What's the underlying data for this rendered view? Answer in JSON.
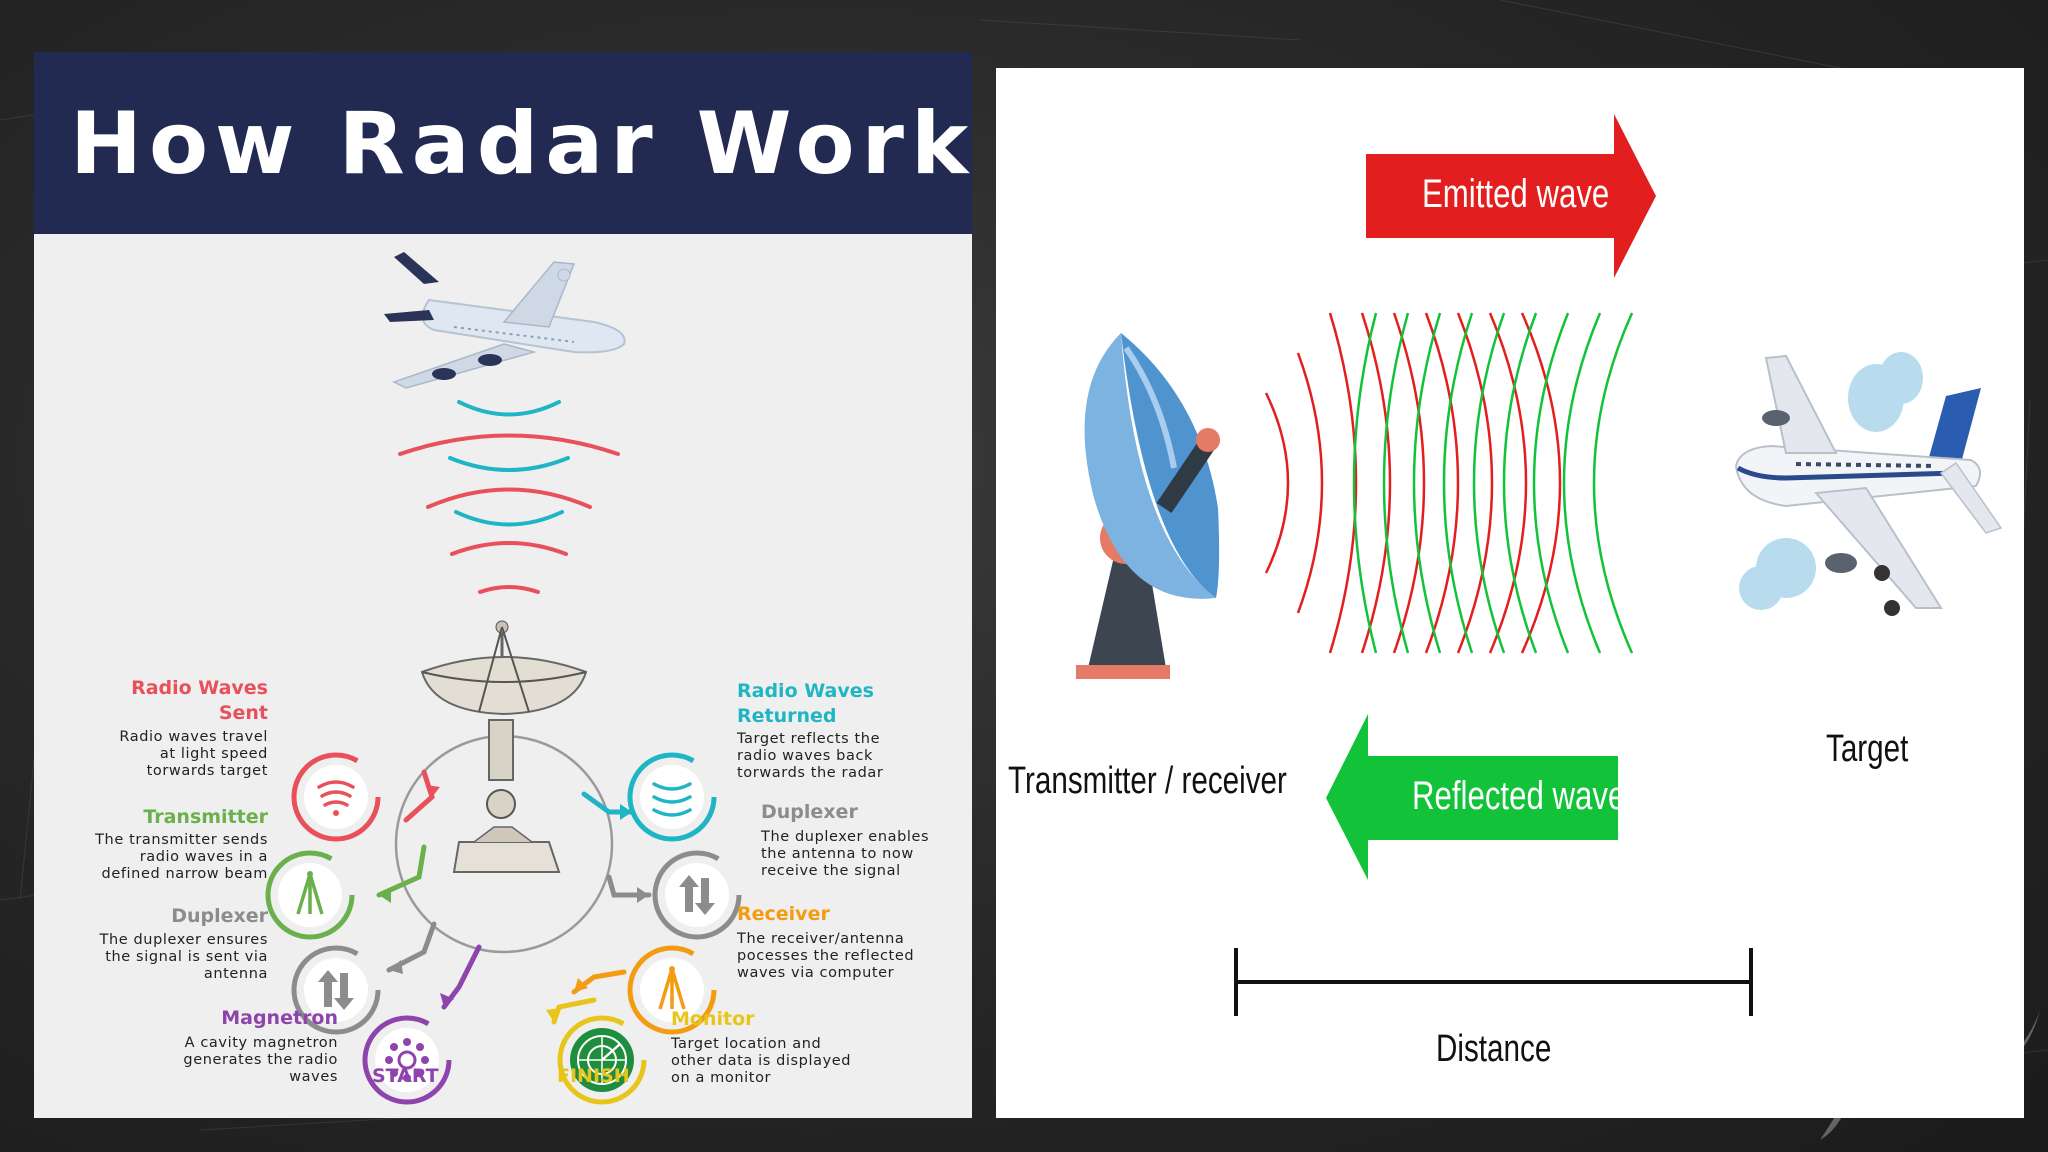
{
  "left": {
    "title": "How Radar Works",
    "steps": {
      "radio_waves_sent": {
        "title_line1": "Radio Waves",
        "title_line2": "Sent",
        "desc": [
          "Radio waves travel",
          "at light speed",
          "torwards target"
        ],
        "color": "#e8505b"
      },
      "transmitter": {
        "title": "Transmitter",
        "desc": [
          "The transmitter sends",
          "radio waves in a",
          "defined narrow beam"
        ],
        "color": "#6ab04c"
      },
      "duplexer_left": {
        "title": "Duplexer",
        "desc": [
          "The duplexer ensures",
          "the signal is sent via",
          "antenna"
        ],
        "color": "#8c8c8c"
      },
      "magnetron": {
        "title": "Magnetron",
        "desc": [
          "A cavity magnetron",
          "generates the radio",
          "waves"
        ],
        "color": "#8e44ad"
      },
      "radio_waves_returned": {
        "title_line1": "Radio Waves",
        "title_line2": "Returned",
        "desc": [
          "Target reflects the",
          "radio waves back",
          "torwards the radar"
        ],
        "color": "#1fb5c4"
      },
      "duplexer_right": {
        "title": "Duplexer",
        "desc": [
          "The duplexer enables",
          "the antenna to now",
          "receive the signal"
        ],
        "color": "#8c8c8c"
      },
      "receiver": {
        "title": "Receiver",
        "desc": [
          "The receiver/antenna",
          "pocesses the reflected",
          "waves via computer"
        ],
        "color": "#f39c12"
      },
      "monitor": {
        "title": "Monitor",
        "desc": [
          "Target location and",
          "other data is displayed",
          "on a monitor"
        ],
        "color": "#e8c51a"
      }
    },
    "start_label": "START",
    "finish_label": "FINISH"
  },
  "right": {
    "emitted_label": "Emitted wave",
    "reflected_label": "Reflected wave",
    "transmitter_label": "Transmitter / receiver",
    "target_label": "Target",
    "distance_label": "Distance",
    "colors": {
      "emitted": "#e31e1e",
      "reflected": "#12c33a"
    }
  }
}
